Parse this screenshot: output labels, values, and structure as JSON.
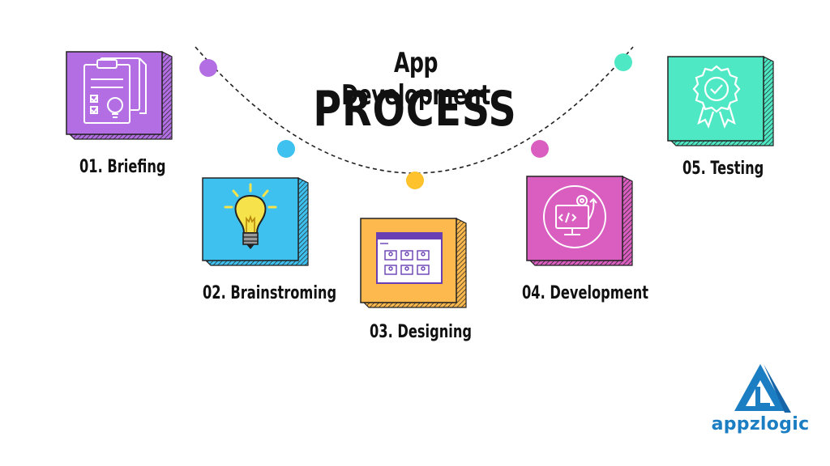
{
  "title": {
    "line1": "App Development",
    "line2": "PROCESS"
  },
  "steps": [
    {
      "label": "01. Briefing",
      "color": "#b36ee3",
      "icon": "clipboard-lightbulb-icon"
    },
    {
      "label": "02. Brainstroming",
      "color": "#3fc1f0",
      "icon": "lightbulb-icon"
    },
    {
      "label": "03. Designing",
      "color": "#fdb94d",
      "icon": "wireframe-layout-icon"
    },
    {
      "label": "04. Development",
      "color": "#d95ec0",
      "icon": "code-monitor-icon"
    },
    {
      "label": "05. Testing",
      "color": "#4fe8c4",
      "icon": "quality-badge-icon"
    }
  ],
  "arc_dot_colors": [
    "#b36ee3",
    "#3fc1f0",
    "#fdc22c",
    "#d95ec0",
    "#4fe8c4"
  ],
  "logo": {
    "text": "appzlogic",
    "color": "#1b7ec2"
  }
}
